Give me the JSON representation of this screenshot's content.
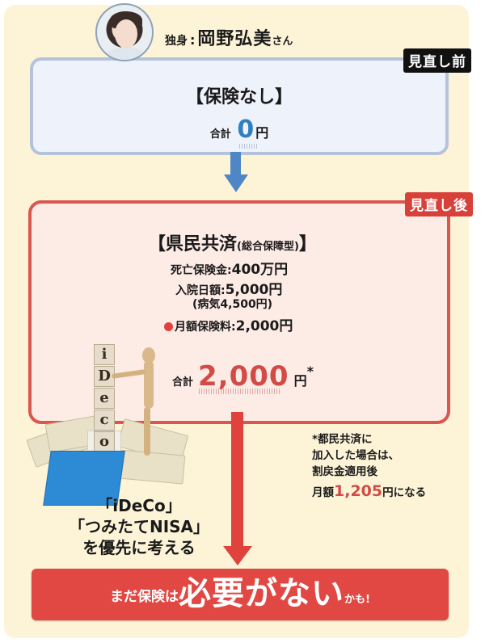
{
  "header": {
    "status": "独身",
    "separator": ":",
    "name": "岡野弘美",
    "honorific": "さん"
  },
  "before": {
    "tag": "見直し前",
    "title": "【保険なし】",
    "total_label": "合計",
    "total_value": "0",
    "total_unit": "円"
  },
  "after": {
    "tag": "見直し後",
    "title_main_open": "【県民共済",
    "title_sub": "(総合保障型)",
    "title_main_close": "】",
    "lines": [
      {
        "key": "死亡保険金:",
        "value": "400万円"
      },
      {
        "key": "入院日額:",
        "value": "5,000円"
      },
      {
        "note": "(病気4,500円)"
      },
      {
        "key": "月額保険料:",
        "value": "2,000円"
      }
    ],
    "total_label": "合計",
    "total_value": "2,000",
    "total_unit": "円",
    "total_asterisk": "*"
  },
  "illustration": {
    "blocks": [
      "i",
      "D",
      "e",
      "c",
      "o"
    ]
  },
  "note": {
    "line1": "*都民共済に",
    "line2": "加入した場合は、",
    "line3": "割戻金適用後",
    "prefix": "月額",
    "amount": "1,205",
    "suffix": "円になる"
  },
  "priority": {
    "line1": "「iDeCo」",
    "line2": "「つみたてNISA」",
    "line3": "を優先に考える"
  },
  "banner": {
    "part1": "まだ保険は",
    "part2": "必要がない",
    "part3": "かも!"
  },
  "colors": {
    "panel_bg": "#fdf4d8",
    "before_border": "#b5c3da",
    "before_accent": "#2f7fc1",
    "after_border": "#d9574e",
    "after_accent": "#d24b46",
    "banner_bg": "#e14843"
  }
}
